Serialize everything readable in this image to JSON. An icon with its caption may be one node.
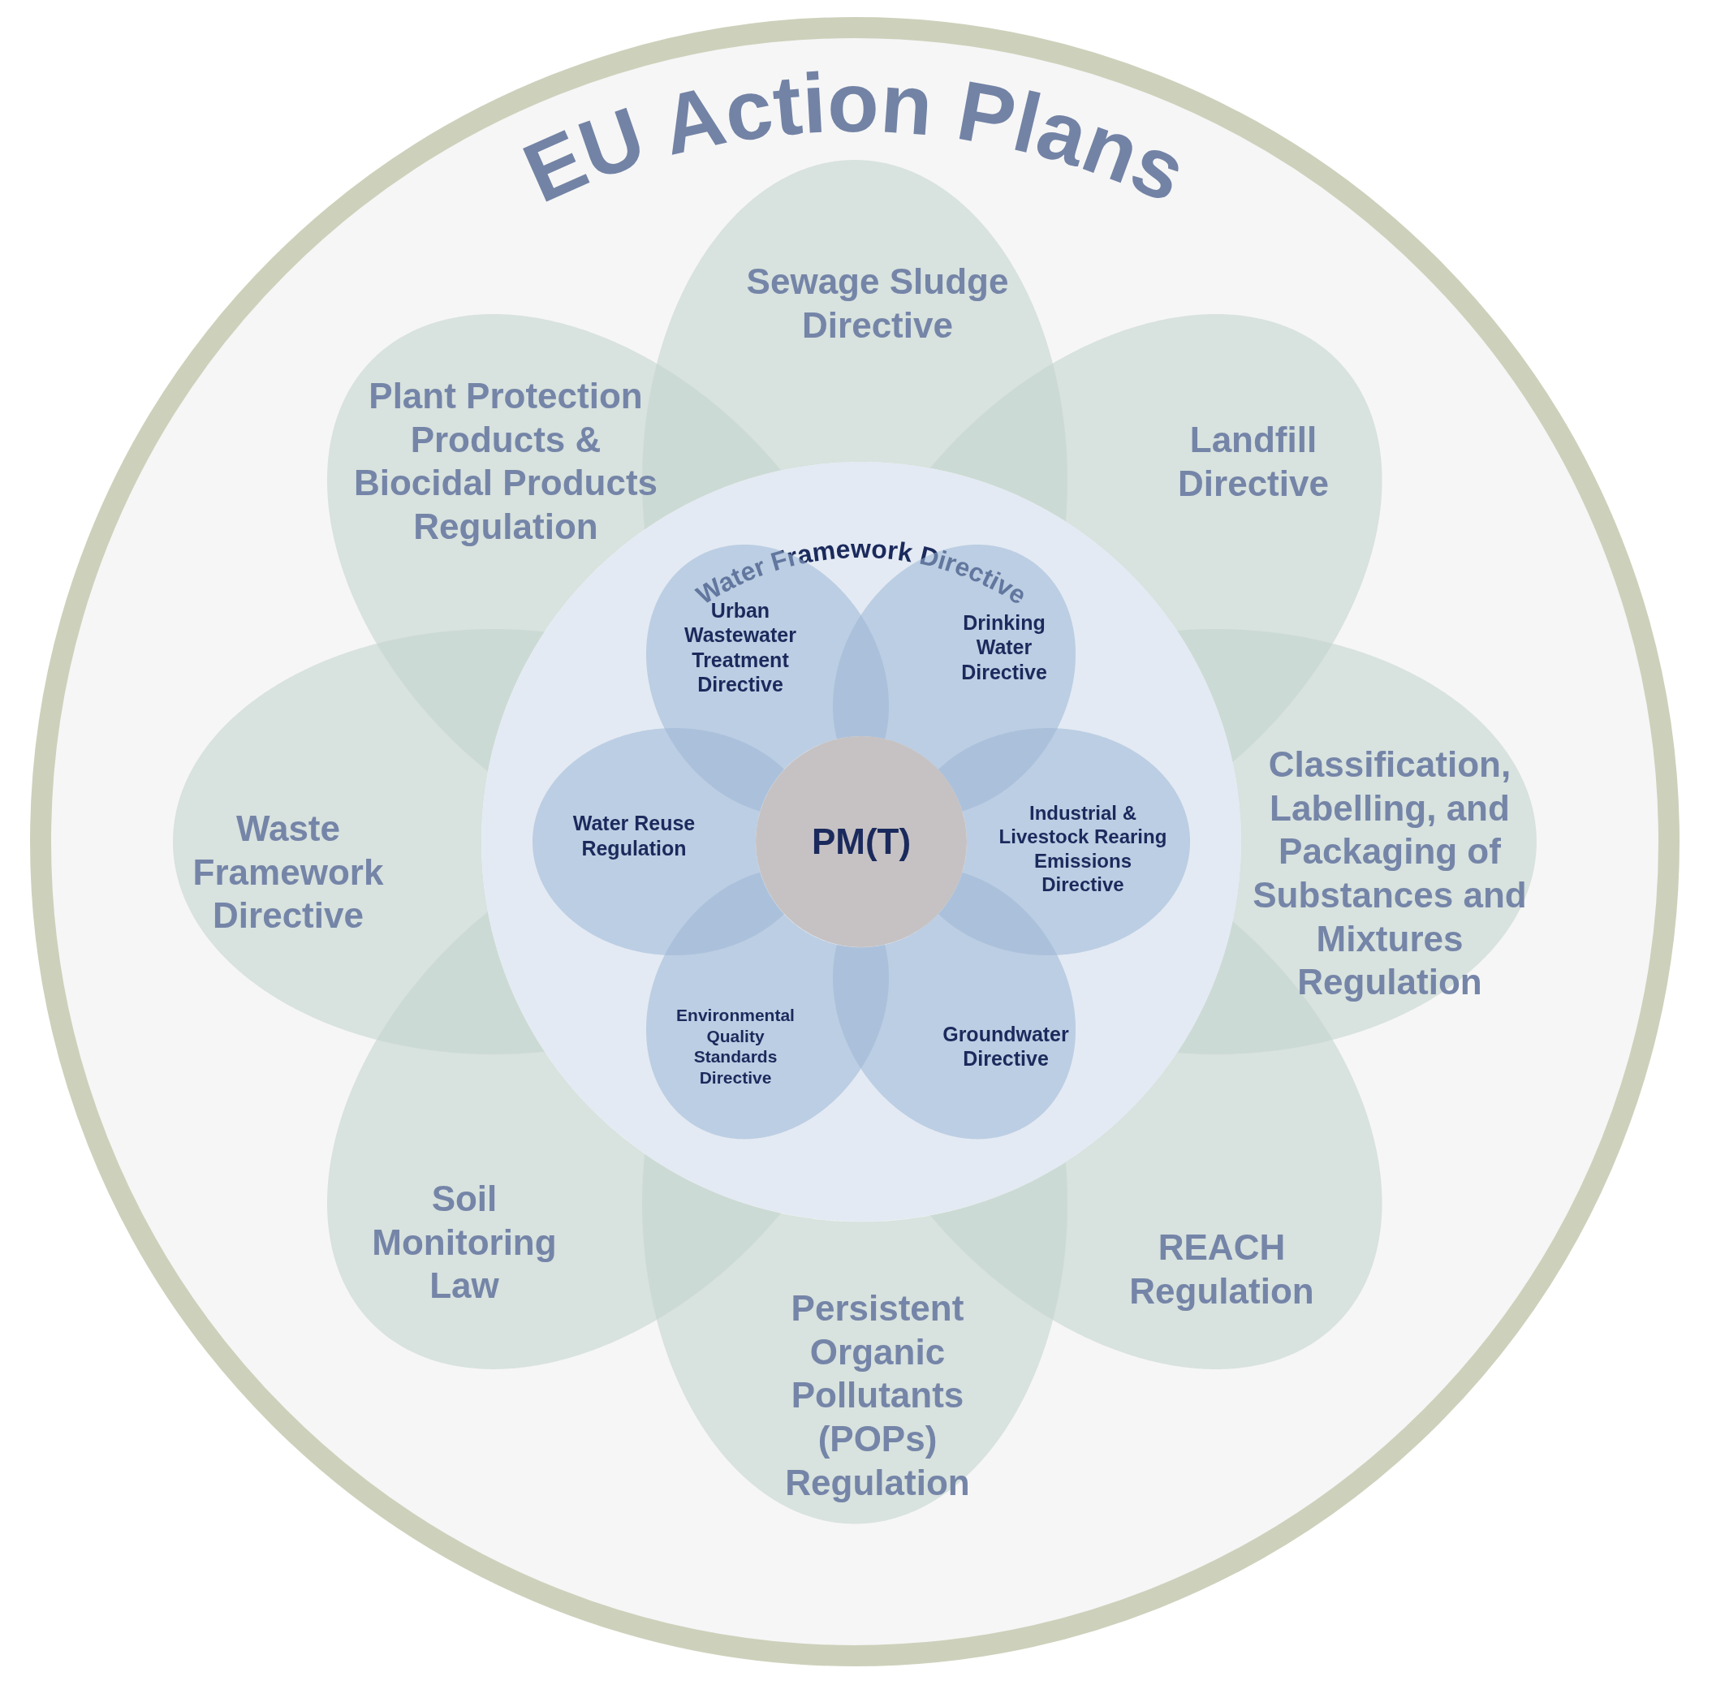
{
  "diagram": {
    "title": "EU Action Plans",
    "nodes": [
      {
        "text": [
          "Sewage Sludge Directive"
        ]
      },
      {
        "text": [
          "Landfill Directive"
        ]
      },
      {
        "text": [
          "Classification, Labelling, and Packaging of Substances and Mixtures Regulation"
        ]
      },
      {
        "text": [
          "REACH Regulation"
        ]
      },
      {
        "text": [
          "Persistent Organic Pollutants (POPs) Regulation"
        ]
      },
      {
        "text": [
          "Soil Monitoring Law"
        ]
      },
      {
        "text": [
          "Waste Framework Directive"
        ]
      },
      {
        "text": [
          "Plant Protection Products & Biocidal Products Regulation"
        ]
      },
      {
        "text": [
          "Water Framework Directive"
        ]
      },
      {
        "text": [
          "Urban Wastewater Treatment Directive"
        ],
        "in": 8
      },
      {
        "text": [
          "Drinking Water Directive"
        ],
        "in": 8
      },
      {
        "text": [
          "Water Reuse Regulation"
        ],
        "in": 8
      },
      {
        "text": [
          "Industrial & Livestock Rearing Emissions Directive"
        ],
        "in": 8
      },
      {
        "text": [
          "Environmental Quality Standards Directive"
        ],
        "in": 8
      },
      {
        "text": [
          "Groundwater Directive"
        ],
        "in": 8
      },
      {
        "text": [
          "PM(T)"
        ],
        "in": 8
      }
    ]
  }
}
